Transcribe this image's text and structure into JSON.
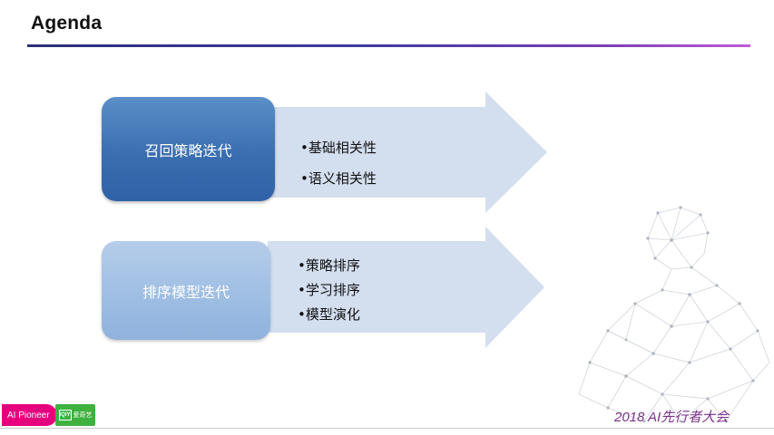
{
  "header": {
    "title": "Agenda"
  },
  "sections": [
    {
      "label": "召回策略迭代",
      "bullets": [
        "•基础相关性",
        "•语义相关性"
      ]
    },
    {
      "label": "排序模型迭代",
      "bullets": [
        "•策略排序",
        "•学习排序",
        "•模型演化"
      ]
    }
  ],
  "footer": {
    "badge_ai_pioneer": "AI Pioneer",
    "iqiyi_logo_text": "iQIYI",
    "iqiyi_label": "爱奇艺",
    "conference": "2018 AI先行者大会"
  },
  "colors": {
    "title_rule_start": "#2b2f7a",
    "title_rule_end": "#c05ad8",
    "box1": "#3a6eb0",
    "box2": "#9dbde3",
    "arrow_fill": "#d3deef",
    "footer_pink": "#e6007e",
    "footer_green": "#3fb13f",
    "conference_text": "#7a2f8a"
  },
  "decor": {
    "background_figure": "network-human-figure-icon"
  }
}
